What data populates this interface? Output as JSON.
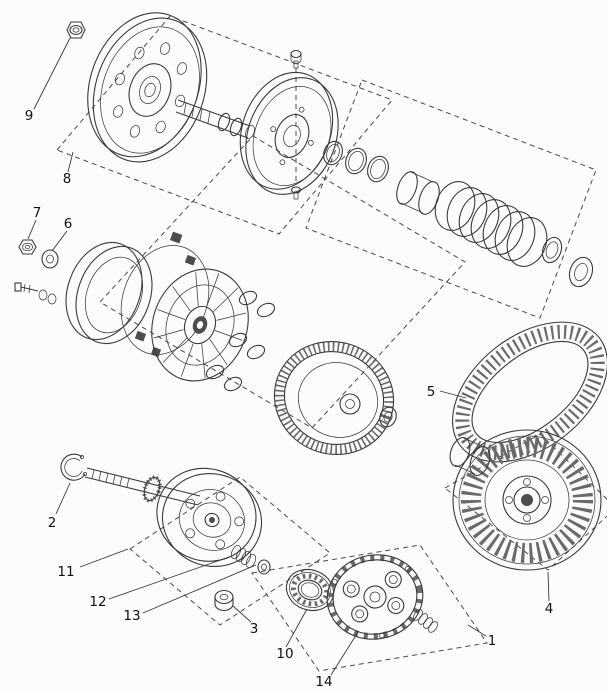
{
  "figure": {
    "type": "exploded-parts-diagram",
    "background": "#fcfcfc",
    "line_color": "#3a3a3a",
    "callouts": [
      {
        "label": "1"
      },
      {
        "label": "2"
      },
      {
        "label": "3"
      },
      {
        "label": "4"
      },
      {
        "label": "5"
      },
      {
        "label": "6"
      },
      {
        "label": "7"
      },
      {
        "label": "8"
      },
      {
        "label": "9"
      },
      {
        "label": "10"
      },
      {
        "label": "11"
      },
      {
        "label": "12"
      },
      {
        "label": "13"
      },
      {
        "label": "14"
      }
    ]
  }
}
